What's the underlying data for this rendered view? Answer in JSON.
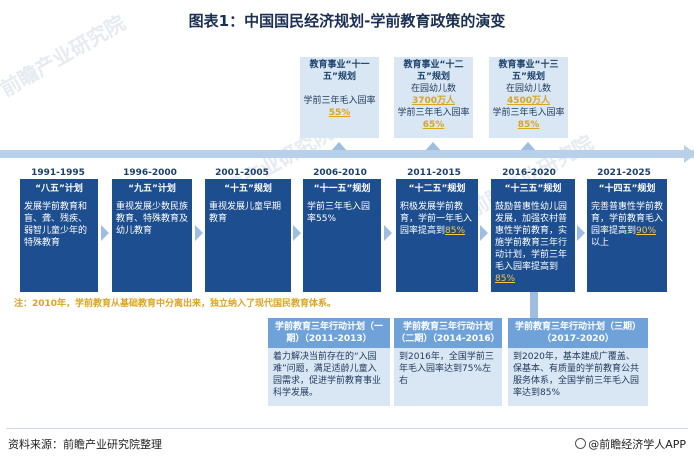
{
  "title": "图表1：中国国民经济规划-学前教育政策的演变",
  "watermark": "前瞻产业研究院",
  "top_plans": [
    {
      "title1": "教育事业“十一",
      "title2": "五”规划",
      "line1": "",
      "line1_hl": "",
      "line2": "学前三年毛入园率",
      "value": "55%"
    },
    {
      "title1": "教育事业“十二",
      "title2": "五”规划",
      "line1": "在园幼儿数",
      "line1_hl": "3700万人",
      "line2": "学前三年毛入园率",
      "value": "65%"
    },
    {
      "title1": "教育事业“十三",
      "title2": "五”规划",
      "line1": "在园幼儿数",
      "line1_hl": "4500万人",
      "line2": "学前三年毛入园率",
      "value": "85%"
    }
  ],
  "stages": [
    {
      "year": "1991-1995",
      "name": "“八五”计划",
      "text": "发展学前教育和盲、聋、残疾、弱智儿童少年的特殊教育",
      "hl": "",
      "tail": ""
    },
    {
      "year": "1996-2000",
      "name": "“九五”计划",
      "text": "重视发展少数民族教育、特殊教育及幼儿教育",
      "hl": "",
      "tail": ""
    },
    {
      "year": "2001-2005",
      "name": "“十五”规划",
      "text": "重视发展儿童早期教育",
      "hl": "",
      "tail": ""
    },
    {
      "year": "2006-2010",
      "name": "“十一五”规划",
      "text": "学前三年毛入园率55%",
      "hl": "",
      "tail": ""
    },
    {
      "year": "2011-2015",
      "name": "“十二五”规划",
      "text": "积极发展学前教育，学前一年毛入园率提高到",
      "hl": "85%",
      "tail": ""
    },
    {
      "year": "2016-2020",
      "name": "“十三五”规划",
      "text": "鼓励普惠性幼儿园发展，加强农村普惠性学前教育，实施学前教育三年行动计划，学前三年毛入园率提高到",
      "hl": "85%",
      "tail": ""
    },
    {
      "year": "2021-2025",
      "name": "“十四五”规划",
      "text": "完善普惠性学前教育，学前教育毛入园率提高到",
      "hl": "90%",
      "tail": "以上"
    }
  ],
  "note": "注：2010年，学前教育从基础教育中分离出来，独立纳入了现代国民教育体系。",
  "action_plans": [
    {
      "title": "学前教育三年行动计划（一期）（2011-2013）",
      "text": "着力解决当前存在的“入园难”问题，满足适龄儿童入园需求，促进学前教育事业科学发展。"
    },
    {
      "title": "学前教育三年行动计划（二期）（2014-2016）",
      "text": "到2016年，全国学前三年毛入园率达到75%左右"
    },
    {
      "title": "学前教育三年行动计划（三期）（2017-2020）",
      "text": "到2020年，基本建成广覆盖、保基本、有质量的学前教育公共服务体系，全国学前三年毛入园率达到85%"
    }
  ],
  "footer": {
    "source": "资料来源：前瞻产业研究院整理",
    "brand": "@前瞻经济学人APP"
  }
}
